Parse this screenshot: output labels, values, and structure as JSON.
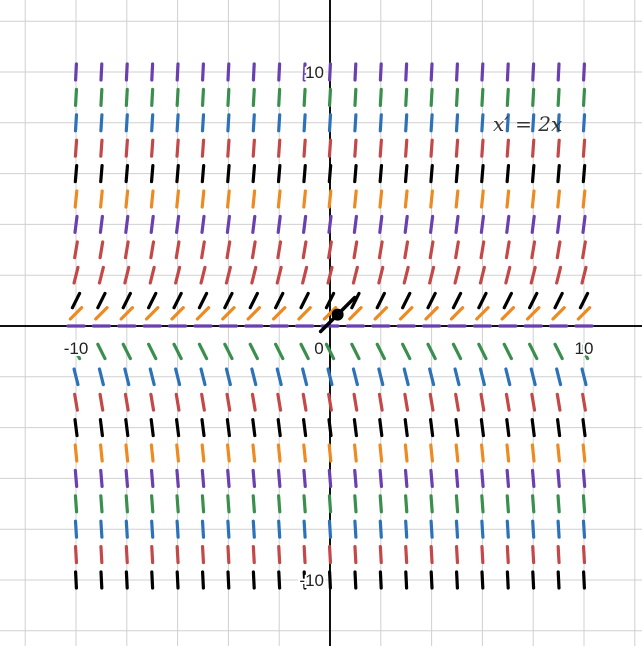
{
  "chart_data": {
    "type": "slope_field",
    "equation": "x′ = 2x",
    "xlim": [
      -12.6,
      12.6
    ],
    "ylim": [
      -12.6,
      12.6
    ],
    "grid": true,
    "grid_step": 2,
    "x_ticks": [
      {
        "value": -10,
        "label": "-10"
      },
      {
        "value": 0,
        "label": "0"
      },
      {
        "value": 10,
        "label": "10"
      }
    ],
    "y_ticks": [
      {
        "value": 10,
        "label": "10"
      },
      {
        "value": -10,
        "label": "-10"
      }
    ],
    "field": {
      "t_min": -10,
      "t_max": 10,
      "t_step": 1,
      "x_min": -10,
      "x_max": 10,
      "x_step": 1,
      "slope_coefficient": 2
    },
    "row_colors": {
      "10": "#6a3fb0",
      "9": "#3a8f4d",
      "8": "#2d72b8",
      "7": "#c44848",
      "6": "#000000",
      "5": "#ee8a22",
      "4": "#6a3fb0",
      "3": "#c44848",
      "2": "#c44848",
      "1": "#000000",
      "0.5": "#ee8a22",
      "0": "#6a3fb0",
      "-1": "#3a8f4d",
      "-2": "#2d72b8",
      "-3": "#c44848",
      "-4": "#000000",
      "-5": "#ee8a22",
      "-6": "#6a3fb0",
      "-7": "#3a8f4d",
      "-8": "#2d72b8",
      "-9": "#c44848",
      "-10": "#000000"
    },
    "point": {
      "t": 0.3,
      "x": 0.45,
      "slope": 1,
      "color": "#000000"
    }
  }
}
